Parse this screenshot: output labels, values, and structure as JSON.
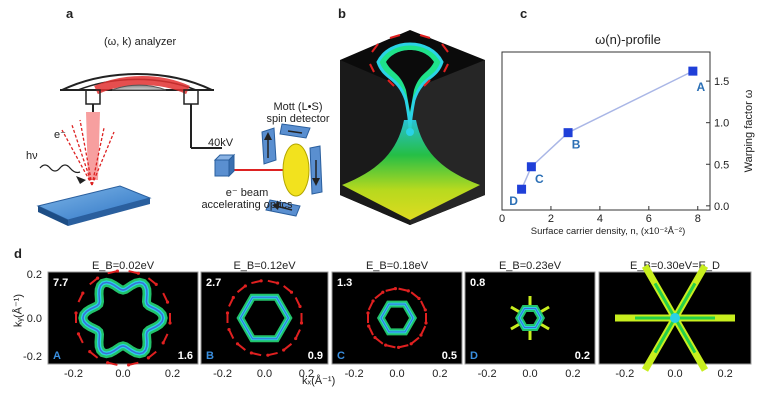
{
  "panel_labels": {
    "a": "a",
    "b": "b",
    "c": "c",
    "d": "d"
  },
  "schematic": {
    "analyzer_label": "(ω, k) analyzer",
    "electron_label": "e⁻",
    "photon_label": "hν",
    "voltage_label": "40kV",
    "mott_line1": "Mott (L•S)",
    "mott_line2": "spin detector",
    "optics_line1": "e⁻ beam",
    "optics_line2": "accelerating optics"
  },
  "chart_title": "ω(n)-profile",
  "chart_data": {
    "type": "line",
    "title": "ω(n)-profile",
    "xlabel": "Surface carrier density, n, (x10⁻²Å⁻²)",
    "ylabel": "Warping factor ω",
    "xlim": [
      0,
      8.5
    ],
    "ylim": [
      -0.05,
      1.85
    ],
    "x_ticks": [
      "0",
      "2",
      "4",
      "6",
      "8"
    ],
    "y_ticks": [
      "0.0",
      "0.5",
      "1.0",
      "1.5"
    ],
    "y_axis_side": "right",
    "grid": false,
    "series": [
      {
        "x": [
          0.8,
          1.2,
          2.7,
          7.8
        ],
        "y": [
          0.2,
          0.47,
          0.88,
          1.62
        ],
        "point_labels": [
          "D",
          "C",
          "B",
          "A"
        ]
      }
    ],
    "marker_color": "#1f3fd8",
    "line_color": "#a9b6e6",
    "label_color": "#2b6fb5"
  },
  "maps": {
    "y_axis_label": "kᵧ(Å⁻¹)",
    "x_axis_label": "kₓ(Å⁻¹)",
    "y_ticks": [
      "0.2",
      "0.0",
      "-0.2"
    ],
    "x_ticks": [
      "-0.2",
      "0.0",
      "0.2"
    ],
    "panels": [
      {
        "eb": "E_B=0.02eV",
        "corner_top": "7.7",
        "corner_bottom": "1.6",
        "letter": "A"
      },
      {
        "eb": "E_B=0.12eV",
        "corner_top": "2.7",
        "corner_bottom": "0.9",
        "letter": "B"
      },
      {
        "eb": "E_B=0.18eV",
        "corner_top": "1.3",
        "corner_bottom": "0.5",
        "letter": "C"
      },
      {
        "eb": "E_B=0.23eV",
        "corner_top": "0.8",
        "corner_bottom": "0.2",
        "letter": "D"
      },
      {
        "eb": "E_B=0.30eV=E_D",
        "corner_top": "",
        "corner_bottom": "",
        "letter": ""
      }
    ]
  }
}
